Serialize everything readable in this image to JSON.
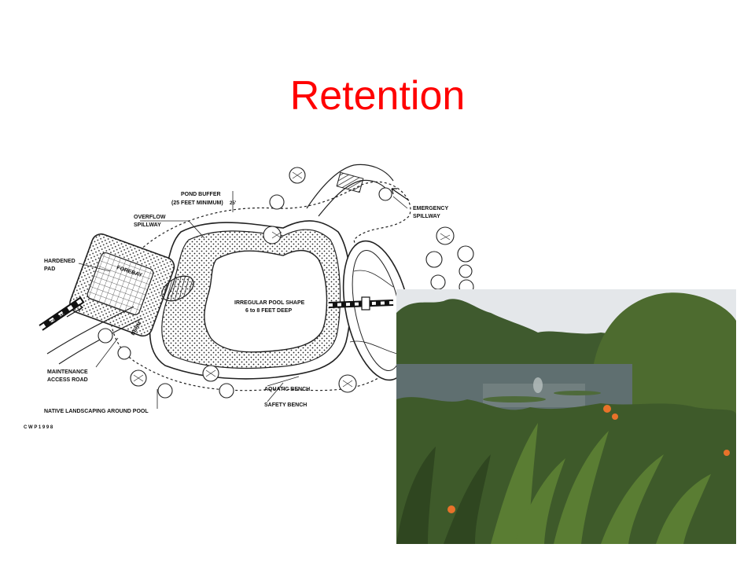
{
  "slide": {
    "title": "Retention",
    "title_color": "#ff0000"
  },
  "diagram": {
    "labels": {
      "pond_buffer": "POND BUFFER",
      "pond_buffer_min": "(25 FEET MINIMUM)",
      "buffer_dim": "25'",
      "overflow_spillway_1": "OVERFLOW",
      "overflow_spillway_2": "SPILLWAY",
      "hardened_pad_1": "HARDENED",
      "hardened_pad_2": "PAD",
      "forebay": "FOREBAY",
      "inflow": "INFLOW",
      "berm": "BERM",
      "pool_shape_1": "IRREGULAR POOL SHAPE",
      "pool_shape_2": "6 to 8 FEET DEEP",
      "emergency_spillway_1": "EMERGENCY",
      "emergency_spillway_2": "SPILLWAY",
      "maintenance_1": "MAINTENANCE",
      "maintenance_2": "ACCESS ROAD",
      "aquatic_bench": "AQUATIC BENCH",
      "safety_bench": "SAFETY BENCH",
      "native_landscaping": "NATIVE LANDSCAPING AROUND POOL",
      "credit": "C W P   1 9 9 8"
    }
  },
  "photo": {
    "colors": {
      "sky": "#e4e7ea",
      "water": "#5f6f70",
      "foliage": "#3e5a2a",
      "flower": "#e8722a"
    }
  }
}
